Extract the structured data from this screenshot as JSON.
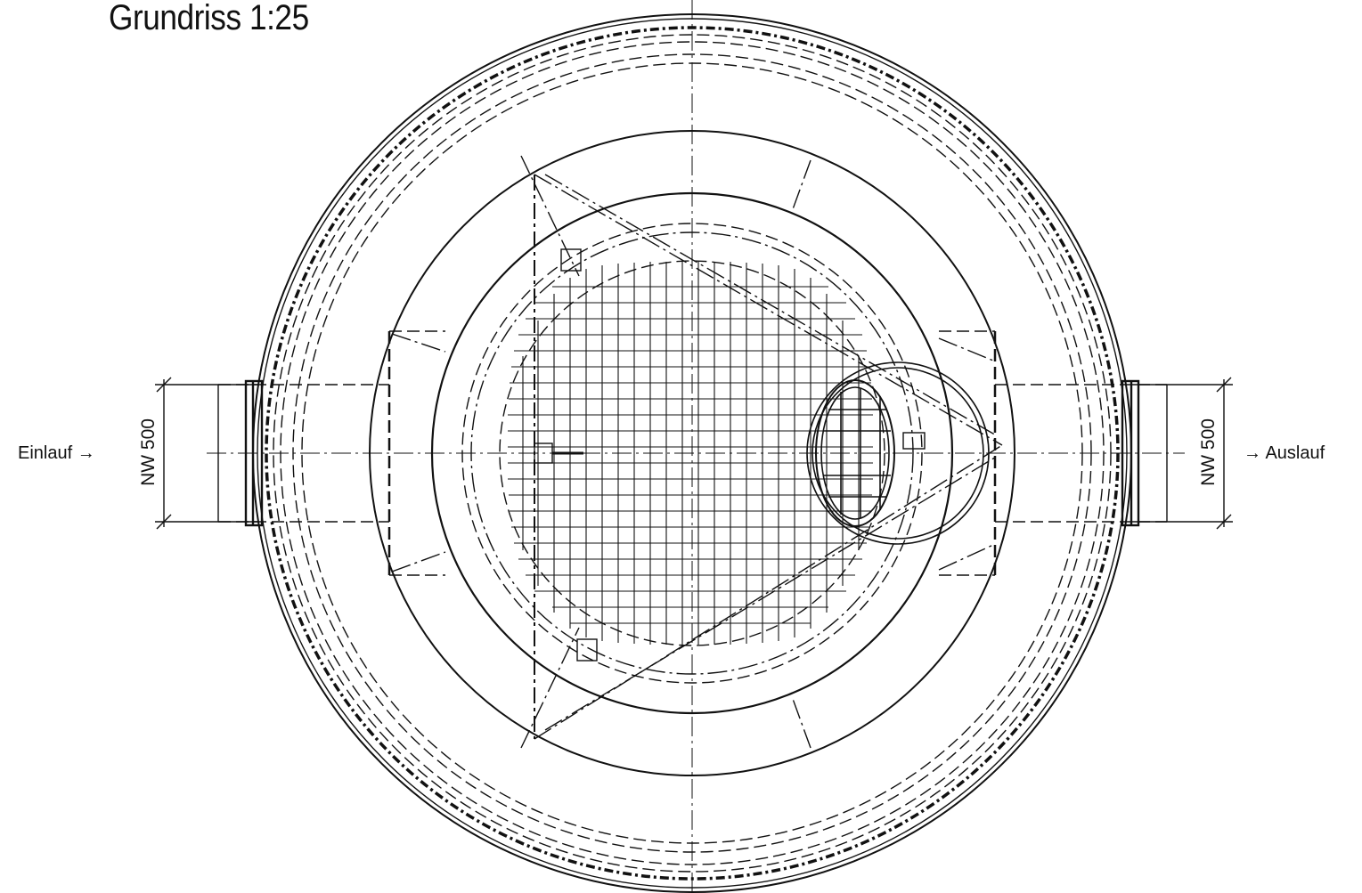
{
  "drawing": {
    "title": "Grundriss 1:25",
    "inlet_label": "Einlauf →",
    "outlet_label": "→ Auslauf",
    "inlet_dimension": "NW 500",
    "outlet_dimension": "NW 500"
  },
  "colors": {
    "line": "#111111",
    "background": "#ffffff"
  }
}
